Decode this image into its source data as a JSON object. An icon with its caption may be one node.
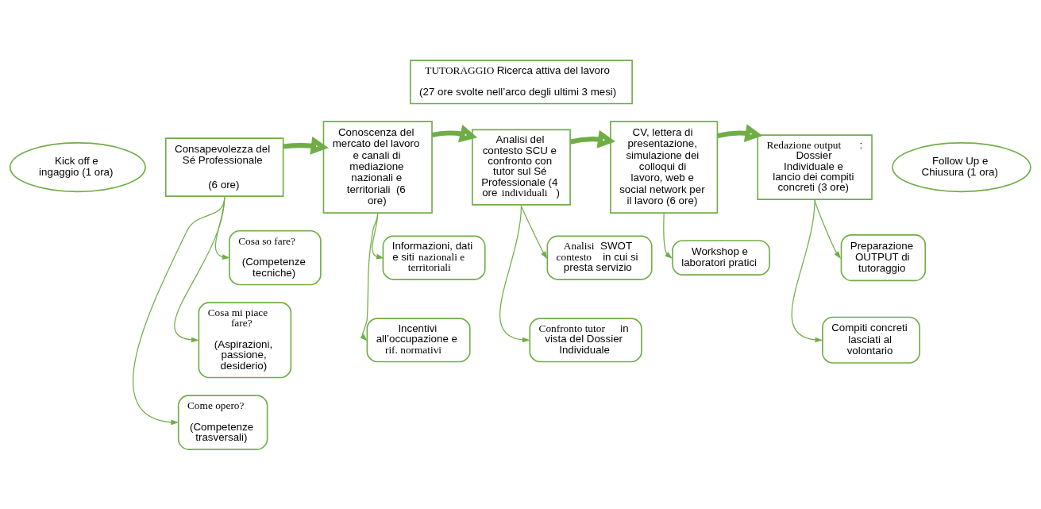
{
  "diagram": {
    "nodes": [
      {
        "text": [
          "**TUTORAGGIO** Ricerca attiva del lavoro",
          "(27 ore svolte nell’arco degli ultimi 3 mesi)"
        ]
      },
      {
        "text": [
          "Kick off e ingaggio (1 ora)"
        ]
      },
      {
        "text": [
          "Consapevolezza del Sé Professionale",
          "(6 ore)"
        ]
      },
      {
        "text": [
          "Cosa so fare?",
          "(Competenze tecniche)"
        ]
      },
      {
        "text": [
          "Cosa mi piace fare?",
          "(Aspirazioni, passione, desiderio)"
        ]
      },
      {
        "text": [
          "Come opero?",
          "(Competenze trasversali)"
        ]
      },
      {
        "text": [
          "Conoscenza del mercato del lavoro e canali di mediazione nazionali e territoriali  (6 ore)"
        ]
      },
      {
        "text": [
          "Informazioni, dati e siti **nazionali e territoriali**"
        ]
      },
      {
        "text": [
          "Incentivi all’occupazione e **rif. normativi**"
        ]
      },
      {
        "text": [
          "Analisi del contesto SCU e confronto con tutor sul Sé Professionale (4 ore **individuali**)"
        ]
      },
      {
        "text": [
          "**Analisi** SWOT **contesto** in cui si presta servizio"
        ]
      },
      {
        "text": [
          "**Confronto tutor** in vista del Dossier Individuale"
        ]
      },
      {
        "text": [
          "CV, lettera di presentazione, simulazione dei colloqui di lavoro, web e social network per il lavoro (6 ore)"
        ]
      },
      {
        "text": [
          "Workshop e laboratori pratici"
        ]
      },
      {
        "text": [
          "**Redazione output**: Dossier Individuale e lancio dei compiti concreti (3 ore)"
        ]
      },
      {
        "text": [
          "Preparazione OUTPUT di tutoraggio"
        ]
      },
      {
        "text": [
          "Compiti concreti lasciati al volontario"
        ]
      },
      {
        "text": [
          "Follow Up e Chiusura (1 ora)"
        ]
      }
    ],
    "edges": [
      {
        "from": 2,
        "to": 6,
        "arrow": "to",
        "style": "thick"
      },
      {
        "from": 6,
        "to": 9,
        "arrow": "to",
        "style": "thick"
      },
      {
        "from": 9,
        "to": 12,
        "arrow": "to",
        "style": "thick"
      },
      {
        "from": 12,
        "to": 14,
        "arrow": "to",
        "style": "thick"
      },
      {
        "from": 2,
        "to": 3,
        "arrow": "to"
      },
      {
        "from": 2,
        "to": 4,
        "arrow": "to"
      },
      {
        "from": 2,
        "to": 5,
        "arrow": "to"
      },
      {
        "from": 6,
        "to": 7,
        "arrow": "to"
      },
      {
        "from": 6,
        "to": 8,
        "arrow": "to"
      },
      {
        "from": 9,
        "to": 10,
        "arrow": "to"
      },
      {
        "from": 9,
        "to": 11,
        "arrow": "to"
      },
      {
        "from": 12,
        "to": 13,
        "arrow": "to"
      },
      {
        "from": 14,
        "to": 15,
        "arrow": "to"
      },
      {
        "from": 14,
        "to": 16,
        "arrow": "to"
      }
    ]
  }
}
